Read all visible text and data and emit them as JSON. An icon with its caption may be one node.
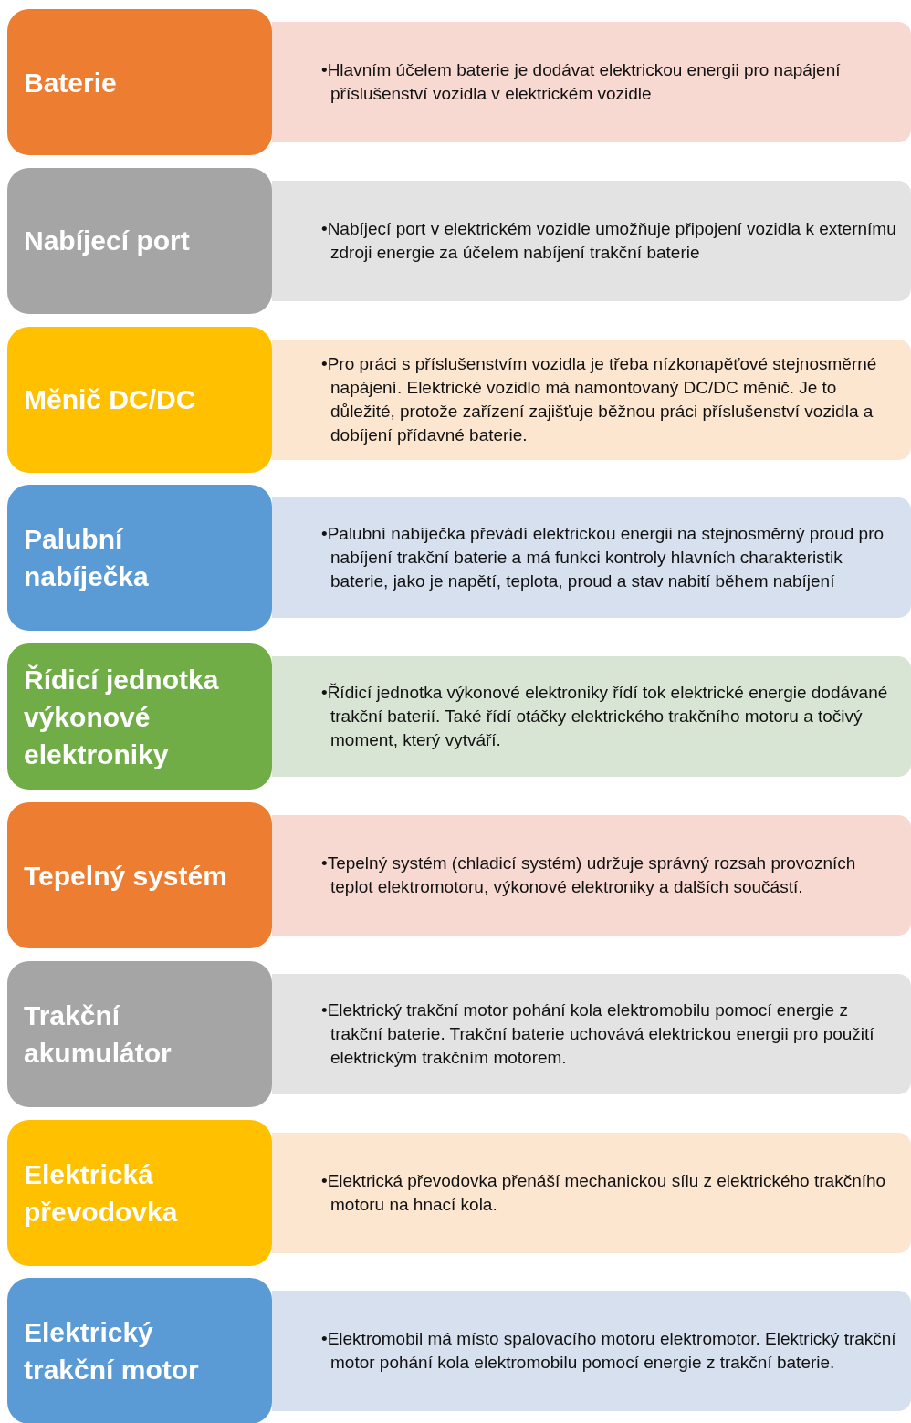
{
  "diagram": {
    "nodes": [
      {
        "text": [
          "Baterie"
        ]
      },
      {
        "text": [
          "•Hlavním účelem baterie je dodávat elektrickou energii pro napájení příslušenství vozidla v elektrickém vozidle"
        ]
      },
      {
        "text": [
          "Nabíjecí port"
        ]
      },
      {
        "text": [
          "•Nabíjecí port v elektrickém vozidle umožňuje připojení vozidla k externímu zdroji energie za účelem nabíjení trakční baterie"
        ]
      },
      {
        "text": [
          "Měnič DC/DC"
        ]
      },
      {
        "text": [
          "•Pro práci s příslušenstvím vozidla je třeba nízkonapěťové stejnosměrné napájení. Elektrické vozidlo má namontovaný DC/DC měnič. Je to důležité, protože zařízení zajišťuje běžnou práci příslušenství vozidla a dobíjení přídavné baterie."
        ]
      },
      {
        "text": [
          "Palubní nabíječka"
        ]
      },
      {
        "text": [
          "•Palubní nabíječka převádí elektrickou energii na stejnosměrný proud pro nabíjení trakční baterie a má funkci kontroly hlavních charakteristik baterie, jako je napětí, teplota, proud a stav nabití během nabíjení"
        ]
      },
      {
        "text": [
          "Řídicí jednotka výkonové elektroniky"
        ]
      },
      {
        "text": [
          "•Řídicí jednotka výkonové elektroniky řídí tok elektrické energie dodávané trakční baterií. Také řídí otáčky elektrického trakčního motoru a točivý moment, který vytváří."
        ]
      },
      {
        "text": [
          "Tepelný systém"
        ]
      },
      {
        "text": [
          "•Tepelný systém (chladicí systém) udržuje správný rozsah provozních teplot elektromotoru, výkonové elektroniky a dalších součástí."
        ]
      },
      {
        "text": [
          "Trakční akumulátor"
        ]
      },
      {
        "text": [
          "•Elektrický trakční motor pohání kola elektromobilu pomocí energie z trakční baterie. Trakční baterie uchovává elektrickou energii pro použití elektrickým trakčním motorem."
        ]
      },
      {
        "text": [
          "Elektrická převodovka"
        ]
      },
      {
        "text": [
          "•Elektrická převodovka přenáší mechanickou sílu z elektrického trakčního motoru na hnací kola."
        ]
      },
      {
        "text": [
          "Elektrický trakční motor"
        ]
      },
      {
        "text": [
          "•Elektromobil má místo spalovacího motoru elektromotor. Elektrický trakční motor pohání kola elektromobilu pomocí energie z trakční baterie."
        ]
      }
    ]
  }
}
